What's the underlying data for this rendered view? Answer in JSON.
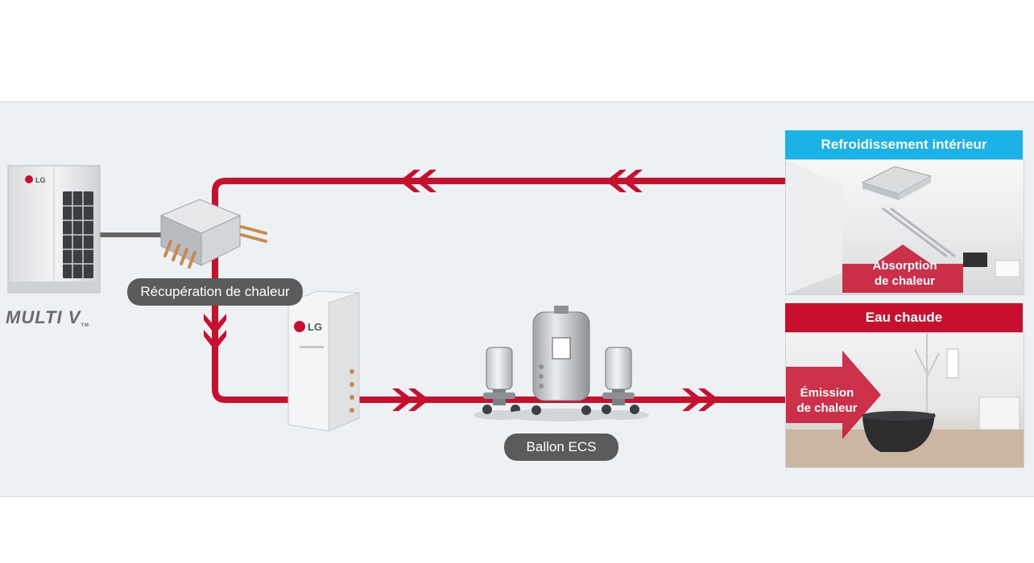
{
  "brand": {
    "logo": "LG",
    "product_logo": "MULTI V",
    "tm": "TM"
  },
  "labels": {
    "heat_recovery": "Récupération de chaleur",
    "tank": "Ballon ECS",
    "cooling_title": "Refroidissement intérieur",
    "cooling_overlay_line1": "Absorption",
    "cooling_overlay_line2": "de chaleur",
    "hot_water_title": "Eau chaude",
    "hot_water_overlay_line1": "Émission",
    "hot_water_overlay_line2": "de chaleur"
  },
  "colors": {
    "pipe": "#c8102e",
    "cooling_header": "#1bb3e6",
    "hot_water_header": "#c8102e",
    "pill": "#5b5b5b",
    "background_panel": "#eef1f4"
  },
  "icons": [
    "lg-logo-icon",
    "outdoor-unit-icon",
    "heat-recovery-box-icon",
    "hydro-kit-icon",
    "tank-icon",
    "pump-icon",
    "cassette-unit-icon",
    "bathtub-icon",
    "flow-arrow-icon"
  ]
}
